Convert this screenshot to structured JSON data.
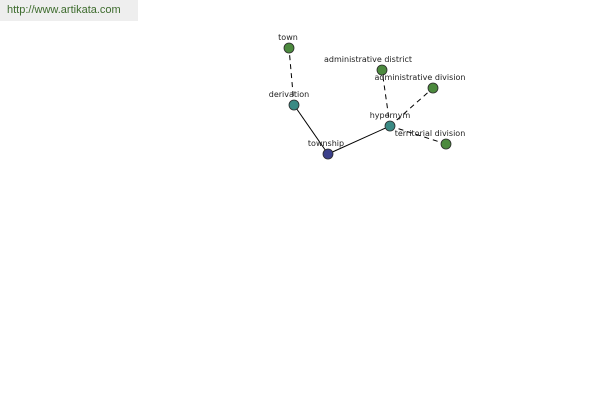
{
  "header": {
    "url_text": "http://www.artikata.com"
  },
  "colors": {
    "root_node": "#3b3f8a",
    "relation_node": "#3a8a84",
    "leaf_node": "#4c8a3e"
  },
  "nodes": [
    {
      "id": "township",
      "label": "township",
      "kind": "root_node"
    },
    {
      "id": "derivation",
      "label": "derivation",
      "kind": "relation_node"
    },
    {
      "id": "hypernym",
      "label": "hypernym",
      "kind": "relation_node"
    },
    {
      "id": "town",
      "label": "town",
      "kind": "leaf_node"
    },
    {
      "id": "administrative-district",
      "label": "administrative district",
      "kind": "leaf_node"
    },
    {
      "id": "administrative-division",
      "label": "administrative division",
      "kind": "leaf_node"
    },
    {
      "id": "territorial-division",
      "label": "territorial division",
      "kind": "leaf_node"
    }
  ],
  "edges": [
    {
      "from": "township",
      "to": "derivation",
      "style": "solid"
    },
    {
      "from": "township",
      "to": "hypernym",
      "style": "solid"
    },
    {
      "from": "derivation",
      "to": "town",
      "style": "dashed"
    },
    {
      "from": "hypernym",
      "to": "administrative-district",
      "style": "dashed"
    },
    {
      "from": "hypernym",
      "to": "administrative-division",
      "style": "dashed"
    },
    {
      "from": "hypernym",
      "to": "territorial-division",
      "style": "dashed"
    }
  ]
}
